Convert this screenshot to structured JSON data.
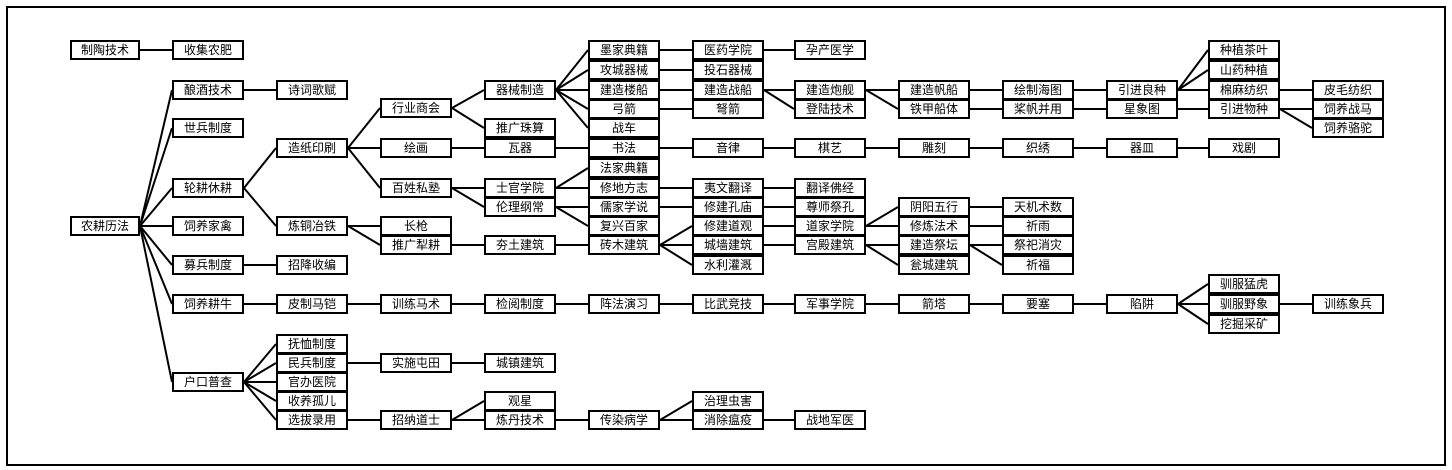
{
  "colors": {
    "background": "#ffffff",
    "line": "#000000",
    "box_border": "#000000",
    "text": "#000000"
  },
  "nodes": {
    "zhitao": "制陶技术",
    "shouji_nongfei": "收集农肥",
    "niangjiu": "酿酒技术",
    "shici": "诗词歌赋",
    "shibing": "世兵制度",
    "lungeng": "轮耕休耕",
    "nonggeng": "农耕历法",
    "siyang_jiaqin": "饲养家禽",
    "mubing": "募兵制度",
    "zhaoxiang": "招降收编",
    "siyang_gengniu": "饲养耕牛",
    "hukou": "户口普查",
    "zaozhi": "造纸印刷",
    "liantong": "炼铜冶铁",
    "changqiang": "长枪",
    "tuiguang_lilgeng": "推广犁耕",
    "hangye": "行业商会",
    "huihua": "绘画",
    "baixing": "百姓私塾",
    "qixie": "器械制造",
    "tuiguang_zhusuan": "推广珠算",
    "waqi": "瓦器",
    "shiguan": "士官学院",
    "lunli": "伦理纲常",
    "hangtu": "夯土建筑",
    "mojia": "墨家典籍",
    "gongcheng": "攻城器械",
    "jianzao_louchuan": "建造楼船",
    "gongjian": "弓箭",
    "zhanche": "战车",
    "shufa": "书法",
    "fajia": "法家典籍",
    "xiudi": "修地方志",
    "rujia": "儒家学说",
    "fuxing": "复兴百家",
    "zhuanmu": "砖木建筑",
    "yiyao": "医药学院",
    "toushi": "投石器械",
    "jianzao_zhanchuan": "建造战船",
    "nujian": "弩箭",
    "yinlv": "音律",
    "yiwen": "夷文翻译",
    "xiuzao_kongmiao": "修建孔庙",
    "xiujian_daoguan": "修建道观",
    "chengqiang": "城墙建筑",
    "shuili": "水利灌溉",
    "yunchan": "孕产医学",
    "jianzao_paojian": "建造炮舰",
    "denglu": "登陆技术",
    "qiyi": "棋艺",
    "fanyi_fojing": "翻译佛经",
    "zunshi": "尊师祭孔",
    "daojia": "道家学院",
    "gongdian": "宫殿建筑",
    "jianzao_fanchuan": "建造帆船",
    "tiejia": "铁甲船体",
    "diaoke": "雕刻",
    "yinyang": "阴阳五行",
    "xiulian": "修炼法术",
    "jitan": "建造祭坛",
    "wengcheng": "瓮城建筑",
    "haitu": "绘制海图",
    "jiangfan": "桨帆并用",
    "zhixiu": "织绣",
    "tianji": "天机术数",
    "qiyu": "祈雨",
    "jisi": "祭祀消灾",
    "qifu": "祈福",
    "liangzhong": "引进良种",
    "xingxiang": "星象图",
    "qimin": "器皿",
    "chaye": "种植茶叶",
    "shanyao": "山药种植",
    "mianma": "棉麻纺织",
    "wuzhong": "引进物种",
    "xiju": "戏剧",
    "pimao": "皮毛纺织",
    "zhanma": "饲养战马",
    "luotuo": "饲养骆驼",
    "pizhi": "皮制马铠",
    "xunlian_mashu": "训练马术",
    "jianyue": "检阅制度",
    "zhenfa": "阵法演习",
    "biwu": "比武竞技",
    "junshi": "军事学院",
    "jianta": "箭塔",
    "yaosai": "要塞",
    "xianjing": "陷阱",
    "mengHu": "驯服猛虎",
    "yexiang": "驯服野象",
    "caikuang": "挖掘采矿",
    "xiangbing": "训练象兵",
    "fuxu": "抚恤制度",
    "minbing": "民兵制度",
    "guanban": "官办医院",
    "shouyang": "收养孤儿",
    "xuanba": "选拔录用",
    "tuntian": "实施屯田",
    "chengzhen": "城镇建筑",
    "zhaona": "招纳道士",
    "guanxing": "观星",
    "liandan": "炼丹技术",
    "chuanran": "传染病学",
    "chongHai": "治理虫害",
    "wenyi": "消除瘟疫",
    "junyi": "战地军医"
  }
}
